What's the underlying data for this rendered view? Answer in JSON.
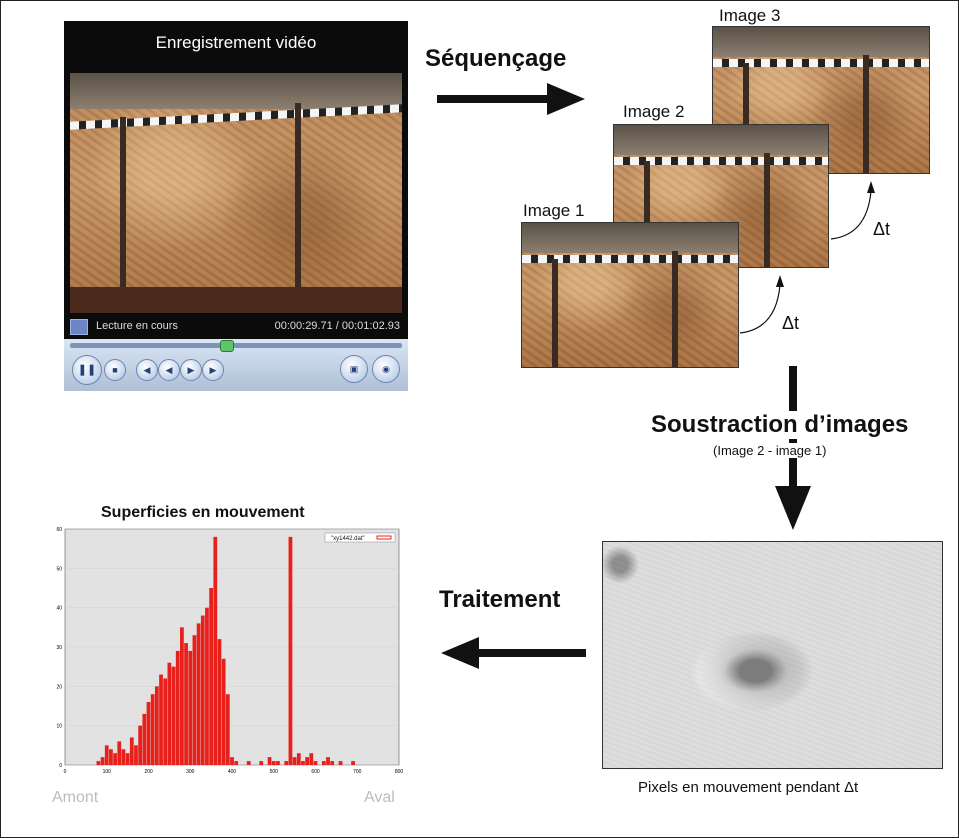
{
  "player": {
    "title": "Enregistrement vidéo",
    "status": "Lecture en cours",
    "time": "00:00:29.71 / 00:01:02.93"
  },
  "labels": {
    "sequencage": "Séquençage",
    "image1": "Image 1",
    "image2": "Image 2",
    "image3": "Image 3",
    "delta_t": "Δt",
    "soustraction": "Soustraction d’images",
    "soustraction_detail": "(Image 2 - image 1)",
    "traitement": "Traitement",
    "pixels_caption": "Pixels en mouvement pendant Δt",
    "hist_title": "Superficies en mouvement",
    "amont": "Amont",
    "aval": "Aval"
  },
  "chart_data": {
    "type": "bar",
    "legend": "\"xy1442.dat\"",
    "legend_placement": "top-right",
    "xlim": [
      0,
      800
    ],
    "ylim": [
      0,
      60
    ],
    "x_ticks": [
      "0",
      "100",
      "200",
      "300",
      "400",
      "500",
      "600",
      "700",
      "800"
    ],
    "y_ticks": [
      "0",
      "10",
      "20",
      "30",
      "40",
      "50",
      "60"
    ],
    "x": [
      80,
      90,
      100,
      110,
      120,
      130,
      140,
      150,
      160,
      170,
      180,
      190,
      200,
      210,
      220,
      230,
      240,
      250,
      260,
      270,
      280,
      290,
      300,
      310,
      320,
      330,
      340,
      350,
      360,
      370,
      380,
      390,
      400,
      410,
      420,
      430,
      440,
      450,
      460,
      470,
      480,
      490,
      500,
      510,
      520,
      530,
      540,
      550,
      560,
      570,
      580,
      590,
      600,
      610,
      620,
      630,
      640,
      650,
      660,
      670,
      680,
      690,
      700,
      710,
      720
    ],
    "values": [
      1,
      2,
      5,
      4,
      3,
      6,
      4,
      3,
      7,
      5,
      10,
      13,
      16,
      18,
      20,
      23,
      22,
      26,
      25,
      29,
      35,
      31,
      29,
      33,
      36,
      38,
      40,
      45,
      58,
      32,
      27,
      18,
      2,
      1,
      0,
      0,
      1,
      0,
      0,
      1,
      0,
      2,
      1,
      1,
      0,
      1,
      58,
      2,
      3,
      1,
      2,
      3,
      1,
      0,
      1,
      2,
      1,
      0,
      1,
      0,
      0,
      1,
      0,
      0,
      0
    ],
    "series_color": "#e8201c"
  }
}
